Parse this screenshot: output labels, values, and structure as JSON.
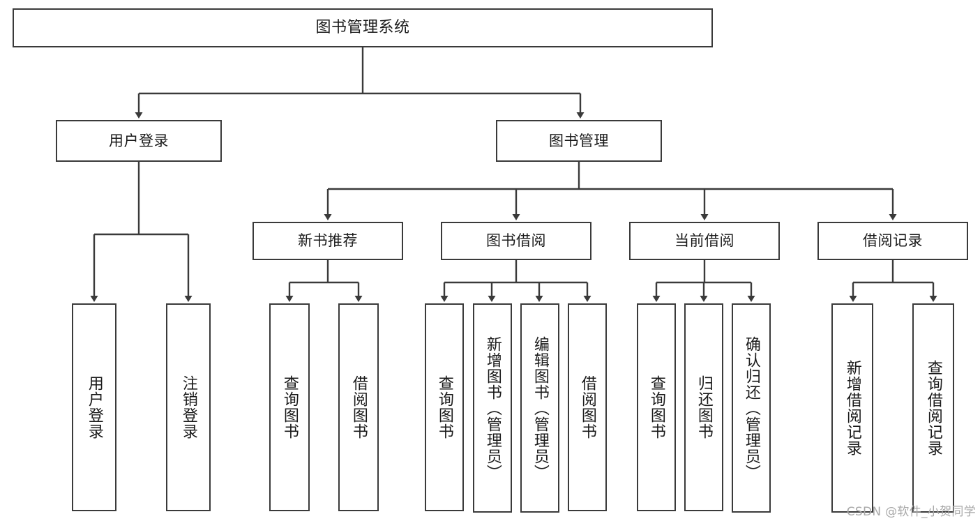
{
  "diagram": {
    "title": "图书管理系统",
    "type": "tree-hierarchy",
    "watermark": "CSDN @软件_小贺同学",
    "colors": {
      "box_border": "#3a3a3a",
      "box_fill": "#ffffff",
      "edge": "#3a3a3a",
      "text": "#1a1a1a",
      "watermark": "#a8a8a8"
    },
    "levels": {
      "root": {
        "label": "图书管理系统"
      },
      "level2": [
        {
          "id": "user-login",
          "label": "用户登录"
        },
        {
          "id": "book-manage",
          "label": "图书管理"
        }
      ],
      "level3": [
        {
          "id": "new-book-rec",
          "label": "新书推荐",
          "parent": "book-manage"
        },
        {
          "id": "book-borrow",
          "label": "图书借阅",
          "parent": "book-manage"
        },
        {
          "id": "current-borrow",
          "label": "当前借阅",
          "parent": "book-manage"
        },
        {
          "id": "borrow-record",
          "label": "借阅记录",
          "parent": "book-manage"
        }
      ],
      "leaves": [
        {
          "id": "leaf-user-login",
          "label": "用户登录",
          "parent": "user-login"
        },
        {
          "id": "leaf-user-logout",
          "label": "注销登录",
          "parent": "user-login"
        },
        {
          "id": "leaf-rec-query",
          "label": "查询图书",
          "parent": "new-book-rec"
        },
        {
          "id": "leaf-rec-borrow",
          "label": "借阅图书",
          "parent": "new-book-rec"
        },
        {
          "id": "leaf-borrow-query",
          "label": "查询图书",
          "parent": "book-borrow"
        },
        {
          "id": "leaf-borrow-add",
          "label": "新增图书（管理员）",
          "parent": "book-borrow"
        },
        {
          "id": "leaf-borrow-edit",
          "label": "编辑图书（管理员）",
          "parent": "book-borrow"
        },
        {
          "id": "leaf-borrow-do",
          "label": "借阅图书",
          "parent": "book-borrow"
        },
        {
          "id": "leaf-cur-query",
          "label": "查询图书",
          "parent": "current-borrow"
        },
        {
          "id": "leaf-cur-return",
          "label": "归还图书",
          "parent": "current-borrow"
        },
        {
          "id": "leaf-cur-confirm",
          "label": "确认归还（管理员）",
          "parent": "current-borrow"
        },
        {
          "id": "leaf-rec-add",
          "label": "新增借阅记录",
          "parent": "borrow-record"
        },
        {
          "id": "leaf-rec-search",
          "label": "查询借阅记录",
          "parent": "borrow-record"
        }
      ]
    }
  }
}
